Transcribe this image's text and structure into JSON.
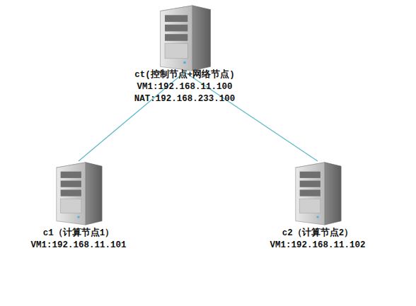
{
  "diagram": {
    "nodes": [
      {
        "text": [
          "ct(控制节点+网络节点)",
          "VM1:192.168.11.100",
          "NAT:192.168.233.100"
        ]
      },
      {
        "text": [
          "c1（计算节点1）",
          "VM1:192.168.11.101"
        ]
      },
      {
        "text": [
          "c2（计算节点2）",
          "VM1:192.168.11.102"
        ]
      }
    ],
    "edges": [
      {
        "from": 0,
        "to": 1,
        "arrow": "none"
      },
      {
        "from": 0,
        "to": 2,
        "arrow": "none"
      }
    ]
  }
}
